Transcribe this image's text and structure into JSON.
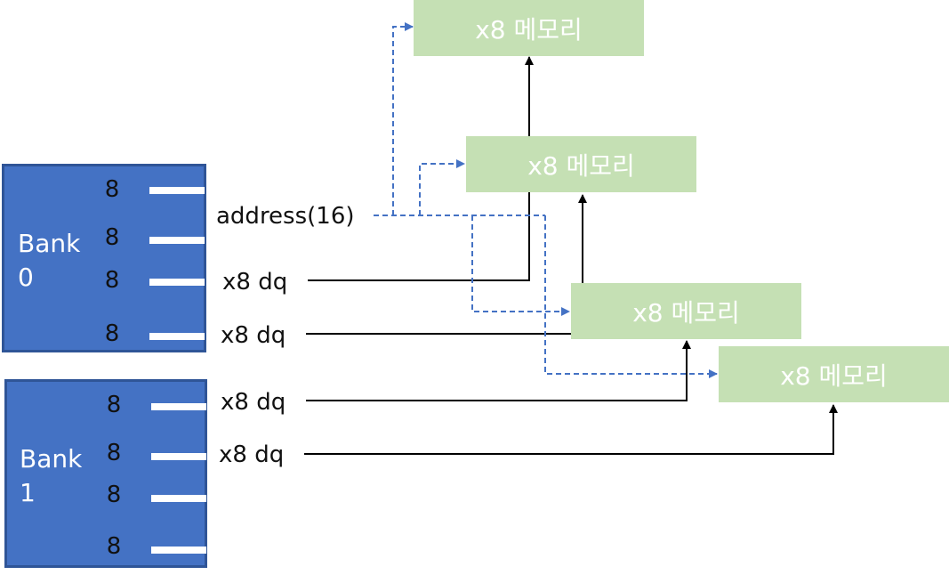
{
  "banks": [
    {
      "name": "Bank\n0",
      "lanes": [
        "8",
        "8",
        "8",
        "8"
      ]
    },
    {
      "name": "Bank\n1",
      "lanes": [
        "8",
        "8",
        "8",
        "8"
      ]
    }
  ],
  "memories": [
    {
      "label": "x8 메모리"
    },
    {
      "label": "x8 메모리"
    },
    {
      "label": "x8 메모리"
    },
    {
      "label": "x8 메모리"
    }
  ],
  "address_label": "address(16)",
  "dq_labels": [
    "x8 dq",
    "x8 dq",
    "x8 dq",
    "x8 dq"
  ],
  "colors": {
    "bank_fill": "#4472c4",
    "bank_border": "#2f5597",
    "memory_fill": "#c5e0b4",
    "data_line": "#000000",
    "address_line": "#4472c4"
  }
}
